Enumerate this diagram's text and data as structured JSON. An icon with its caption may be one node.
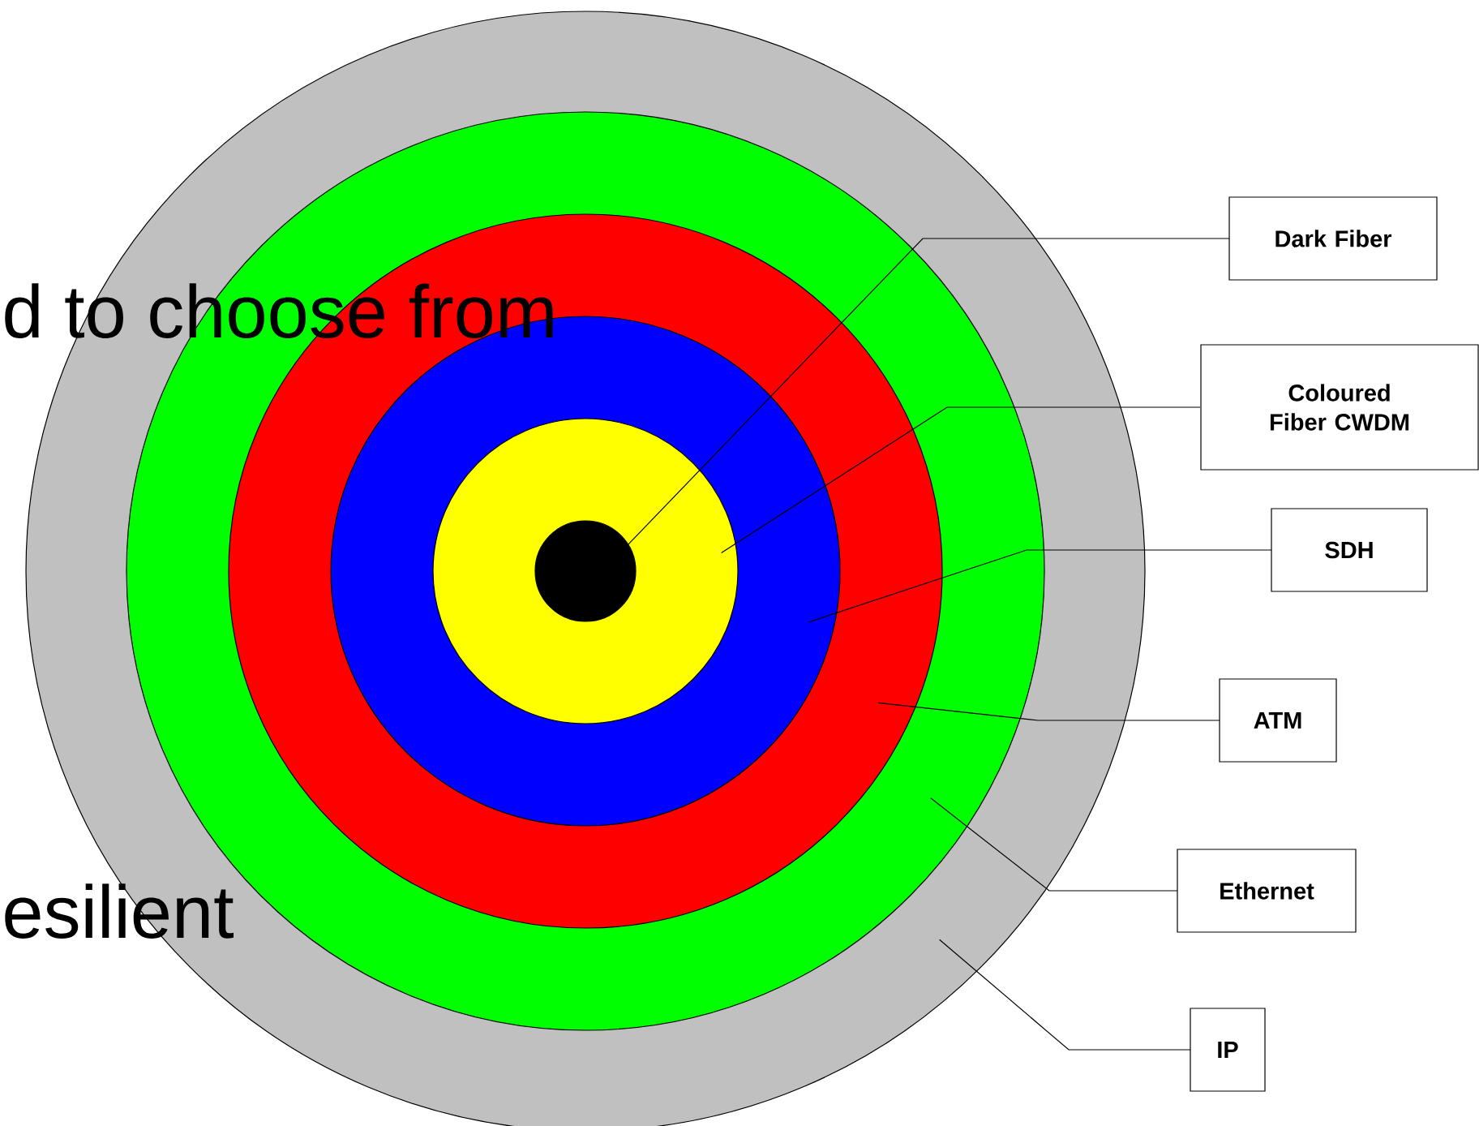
{
  "diagram": {
    "nodes": [
      {
        "text": [
          "Dark Fiber"
        ]
      },
      {
        "text": [
          "Coloured Fiber CWDM"
        ]
      },
      {
        "text": [
          "SDH"
        ]
      },
      {
        "text": [
          "ATM"
        ]
      },
      {
        "text": [
          "Ethernet"
        ]
      },
      {
        "text": [
          "IP"
        ]
      },
      {
        "text": [],
        "shape": "circle"
      },
      {
        "text": [],
        "shape": "circle",
        "in": 6
      },
      {
        "text": [],
        "shape": "circle",
        "in": 7
      },
      {
        "text": [],
        "shape": "circle",
        "in": 8
      },
      {
        "text": [],
        "shape": "circle",
        "in": 9
      },
      {
        "text": [],
        "shape": "circle",
        "in": 10
      }
    ],
    "edges": [
      {
        "from": 0,
        "to": 11,
        "arrow": "none"
      },
      {
        "from": 1,
        "to": 10,
        "arrow": "none"
      },
      {
        "from": 2,
        "to": 9,
        "arrow": "none"
      },
      {
        "from": 3,
        "to": 8,
        "arrow": "none"
      },
      {
        "from": 4,
        "to": 7,
        "arrow": "none"
      },
      {
        "from": 5,
        "to": 6,
        "arrow": "none"
      }
    ],
    "labels": [
      "d to choose from",
      "esilient"
    ]
  }
}
